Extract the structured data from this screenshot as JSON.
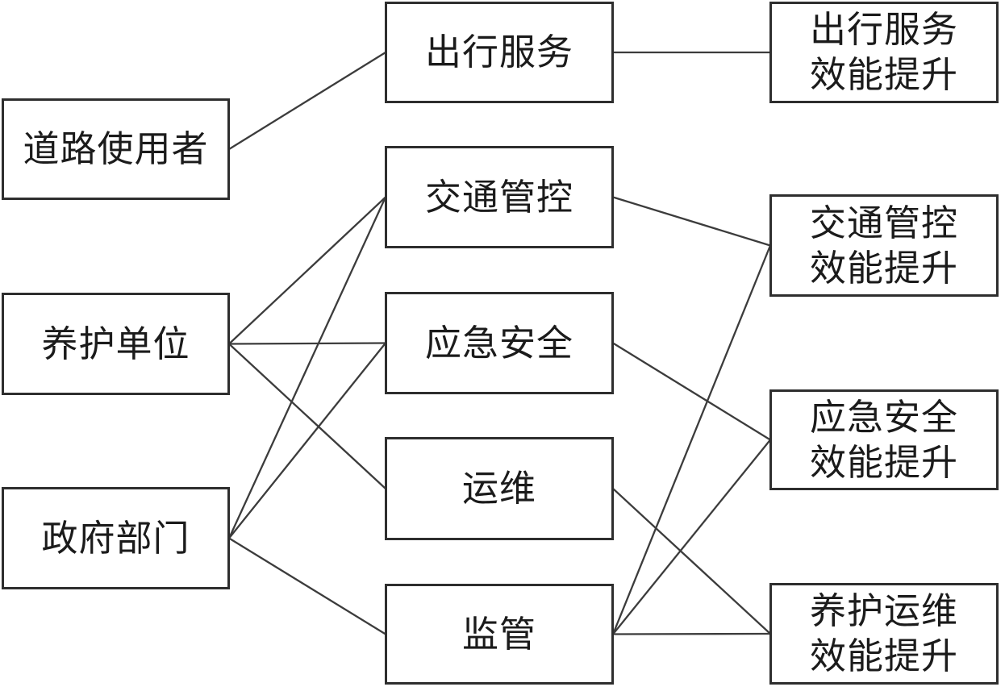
{
  "diagram": {
    "title": "",
    "colors": {
      "background": "#ffffff",
      "box_border": "#2e2e2e",
      "line": "#3c3c3c",
      "text": "#1b1b1b"
    },
    "nodes": [
      {
        "id": "road-user",
        "label": "道路使用者",
        "column": "stakeholders"
      },
      {
        "id": "maintenance-unit",
        "label": "养护单位",
        "column": "stakeholders"
      },
      {
        "id": "government",
        "label": "政府部门",
        "column": "stakeholders"
      },
      {
        "id": "travel-service",
        "label": "出行服务",
        "column": "functions"
      },
      {
        "id": "traffic-control",
        "label": "交通管控",
        "column": "functions"
      },
      {
        "id": "emergency-safety",
        "label": "应急安全",
        "column": "functions"
      },
      {
        "id": "operations",
        "label": "运维",
        "column": "functions"
      },
      {
        "id": "supervision",
        "label": "监管",
        "column": "functions"
      },
      {
        "id": "travel-service-outcome",
        "label": "出行服务\n效能提升",
        "column": "outcomes"
      },
      {
        "id": "traffic-control-outcome",
        "label": "交通管控\n效能提升",
        "column": "outcomes"
      },
      {
        "id": "emergency-safety-outcome",
        "label": "应急安全\n效能提升",
        "column": "outcomes"
      },
      {
        "id": "maintenance-outcome",
        "label": "养护运维\n效能提升",
        "column": "outcomes"
      }
    ],
    "edges": [
      {
        "from": "road-user",
        "to": "travel-service"
      },
      {
        "from": "maintenance-unit",
        "to": "traffic-control"
      },
      {
        "from": "maintenance-unit",
        "to": "emergency-safety"
      },
      {
        "from": "maintenance-unit",
        "to": "operations"
      },
      {
        "from": "government",
        "to": "traffic-control"
      },
      {
        "from": "government",
        "to": "emergency-safety"
      },
      {
        "from": "government",
        "to": "supervision"
      },
      {
        "from": "travel-service",
        "to": "travel-service-outcome"
      },
      {
        "from": "traffic-control",
        "to": "traffic-control-outcome"
      },
      {
        "from": "emergency-safety",
        "to": "emergency-safety-outcome"
      },
      {
        "from": "operations",
        "to": "maintenance-outcome"
      },
      {
        "from": "supervision",
        "to": "traffic-control-outcome"
      },
      {
        "from": "supervision",
        "to": "emergency-safety-outcome"
      },
      {
        "from": "supervision",
        "to": "maintenance-outcome"
      }
    ]
  }
}
